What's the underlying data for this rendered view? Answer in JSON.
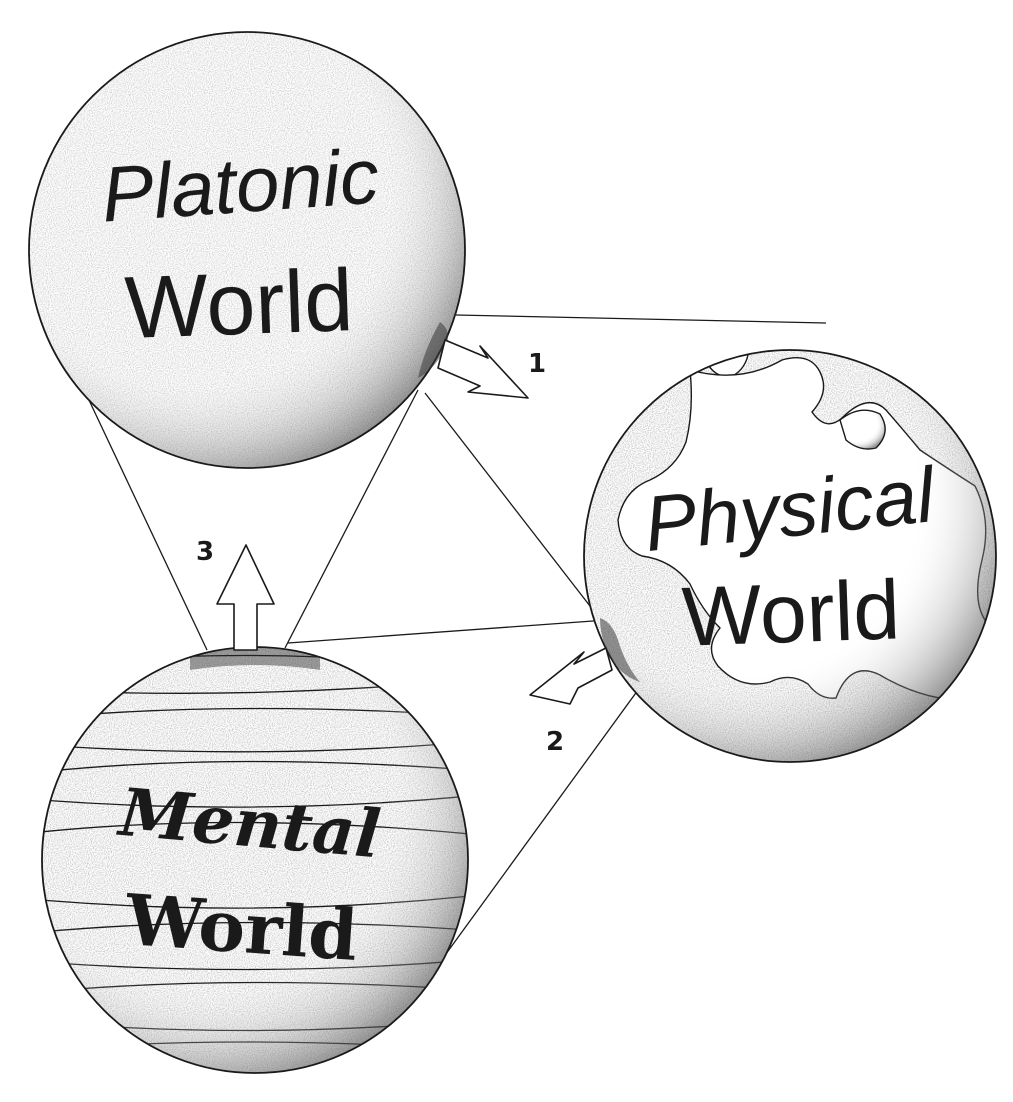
{
  "worlds": {
    "platonic": {
      "line1": "Platonic",
      "line2": "World"
    },
    "physical": {
      "line1": "Physical",
      "line2": "World"
    },
    "mental": {
      "line1": "Mental",
      "line2": "World"
    }
  },
  "arrows": {
    "one": "1",
    "two": "2",
    "three": "3"
  },
  "colors": {
    "ink": "#1a1a1a",
    "paper": "#ffffff",
    "stipple": "#2a2a2a"
  }
}
